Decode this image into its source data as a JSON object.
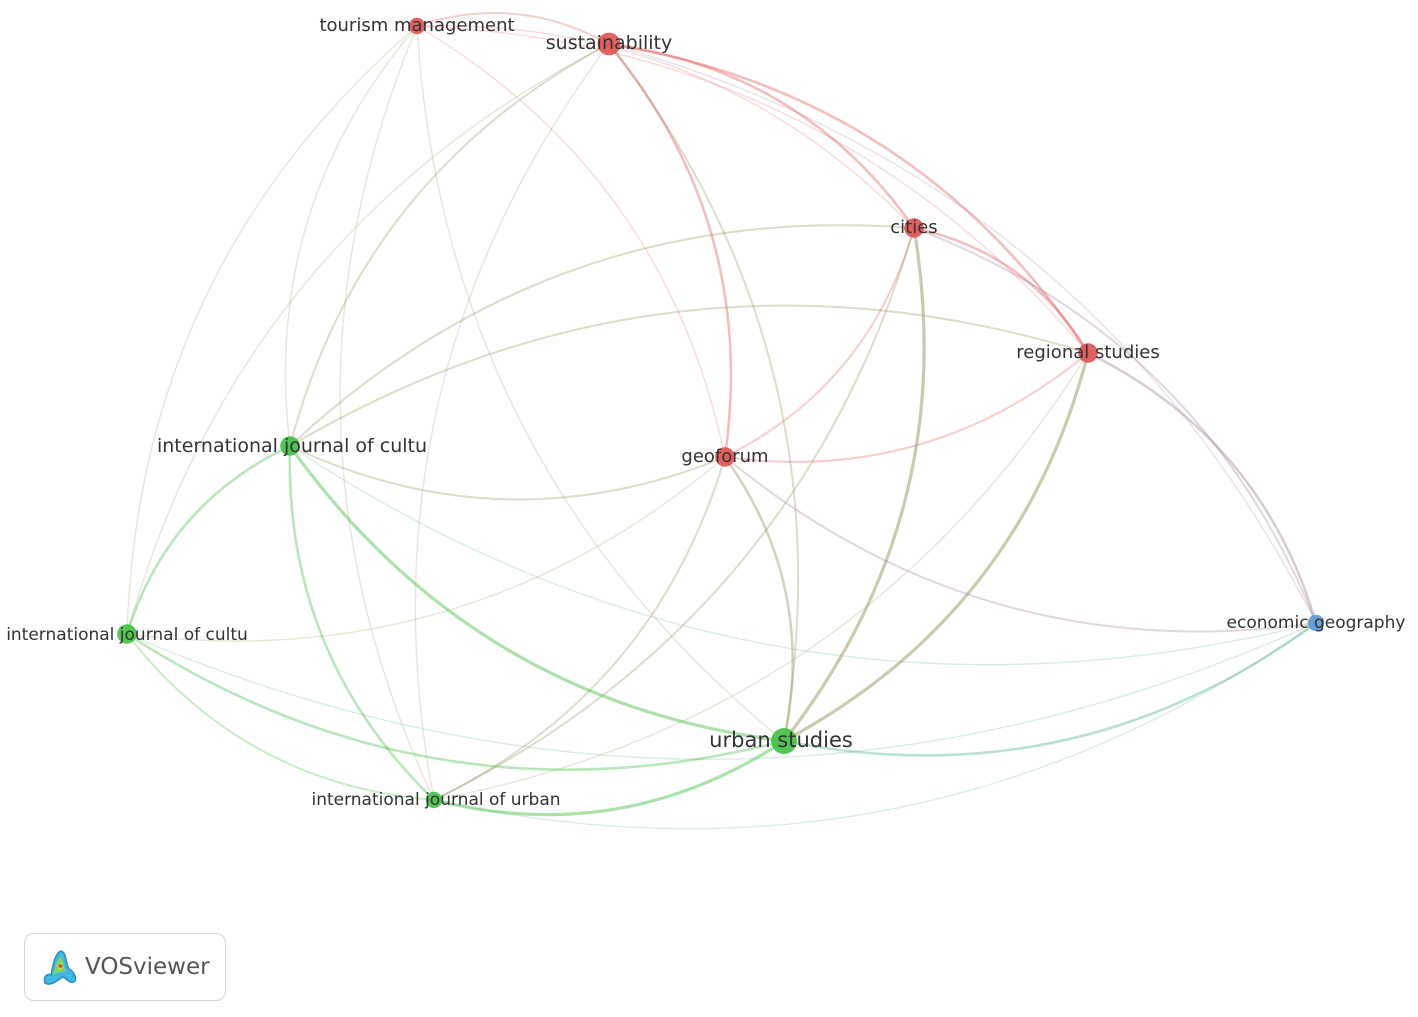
{
  "network": {
    "clusters": {
      "red": "#e05555",
      "green": "#46c046",
      "blue": "#5b9bd5"
    },
    "nodes": [
      {
        "id": "tourism",
        "label": "tourism management",
        "cluster": "red",
        "weight": 2
      },
      {
        "id": "sustainability",
        "label": "sustainability",
        "cluster": "red",
        "weight": 4
      },
      {
        "id": "cities",
        "label": "cities",
        "cluster": "red",
        "weight": 3
      },
      {
        "id": "regional",
        "label": "regional studies",
        "cluster": "red",
        "weight": 3
      },
      {
        "id": "geoforum",
        "label": "geoforum",
        "cluster": "red",
        "weight": 3
      },
      {
        "id": "ijcs1",
        "label": "international journal of cultu",
        "cluster": "green",
        "weight": 3
      },
      {
        "id": "ijcs2",
        "label": "international journal of cultu",
        "cluster": "green",
        "weight": 3
      },
      {
        "id": "urban",
        "label": "urban studies",
        "cluster": "green",
        "weight": 5
      },
      {
        "id": "ijurban",
        "label": "international journal of urban",
        "cluster": "green",
        "weight": 2
      },
      {
        "id": "econgeo",
        "label": "economic geography",
        "cluster": "blue",
        "weight": 2
      }
    ],
    "links": [
      [
        "tourism",
        "sustainability",
        2
      ],
      [
        "tourism",
        "cities",
        1
      ],
      [
        "tourism",
        "regional",
        1
      ],
      [
        "tourism",
        "ijcs1",
        1
      ],
      [
        "tourism",
        "ijcs2",
        1
      ],
      [
        "tourism",
        "urban",
        1
      ],
      [
        "tourism",
        "ijurban",
        1
      ],
      [
        "tourism",
        "geoforum",
        1
      ],
      [
        "sustainability",
        "cities",
        3
      ],
      [
        "sustainability",
        "regional",
        3
      ],
      [
        "sustainability",
        "geoforum",
        3
      ],
      [
        "sustainability",
        "ijcs1",
        2
      ],
      [
        "sustainability",
        "ijcs2",
        1
      ],
      [
        "sustainability",
        "urban",
        2
      ],
      [
        "sustainability",
        "ijurban",
        1
      ],
      [
        "sustainability",
        "econgeo",
        1
      ],
      [
        "cities",
        "regional",
        3
      ],
      [
        "cities",
        "geoforum",
        2
      ],
      [
        "cities",
        "urban",
        4
      ],
      [
        "cities",
        "ijurban",
        2
      ],
      [
        "cities",
        "econgeo",
        2
      ],
      [
        "cities",
        "ijcs1",
        2
      ],
      [
        "regional",
        "geoforum",
        2
      ],
      [
        "regional",
        "urban",
        4
      ],
      [
        "regional",
        "econgeo",
        3
      ],
      [
        "regional",
        "ijcs1",
        2
      ],
      [
        "regional",
        "ijurban",
        1
      ],
      [
        "geoforum",
        "ijcs1",
        2
      ],
      [
        "geoforum",
        "urban",
        3
      ],
      [
        "geoforum",
        "ijurban",
        2
      ],
      [
        "geoforum",
        "econgeo",
        2
      ],
      [
        "geoforum",
        "ijcs2",
        1
      ],
      [
        "ijcs1",
        "ijcs2",
        3
      ],
      [
        "ijcs1",
        "urban",
        4
      ],
      [
        "ijcs1",
        "ijurban",
        3
      ],
      [
        "ijcs1",
        "econgeo",
        1
      ],
      [
        "ijcs2",
        "urban",
        3
      ],
      [
        "ijcs2",
        "ijurban",
        2
      ],
      [
        "ijcs2",
        "econgeo",
        1
      ],
      [
        "urban",
        "ijurban",
        4
      ],
      [
        "urban",
        "econgeo",
        3
      ],
      [
        "ijurban",
        "econgeo",
        1
      ]
    ]
  },
  "branding": {
    "name": "VOSviewer"
  }
}
